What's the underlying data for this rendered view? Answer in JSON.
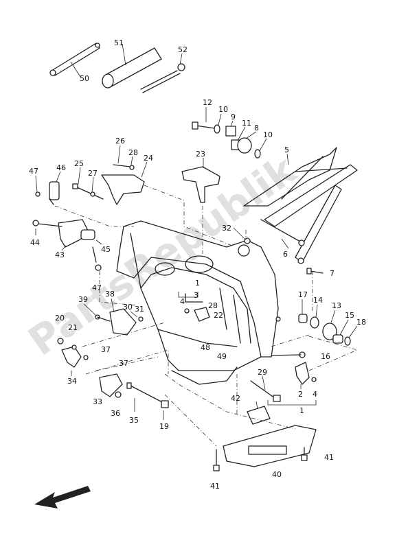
{
  "watermark": "PartsRepublik",
  "callouts": [
    "50",
    "51",
    "52",
    "12",
    "10",
    "9",
    "11",
    "8",
    "10",
    "5",
    "26",
    "28",
    "24",
    "23",
    "47",
    "46",
    "25",
    "27",
    "44",
    "45",
    "43",
    "32",
    "6",
    "7",
    "47",
    "1",
    "3",
    "4",
    "28",
    "22",
    "17",
    "14",
    "13",
    "15",
    "18",
    "39",
    "38",
    "30",
    "31",
    "20",
    "21",
    "37",
    "37",
    "34",
    "48",
    "49",
    "16",
    "2",
    "4",
    "1",
    "29",
    "33",
    "36",
    "35",
    "19",
    "42",
    "41",
    "40",
    "41"
  ],
  "direction_arrow": "front-arrow-icon"
}
